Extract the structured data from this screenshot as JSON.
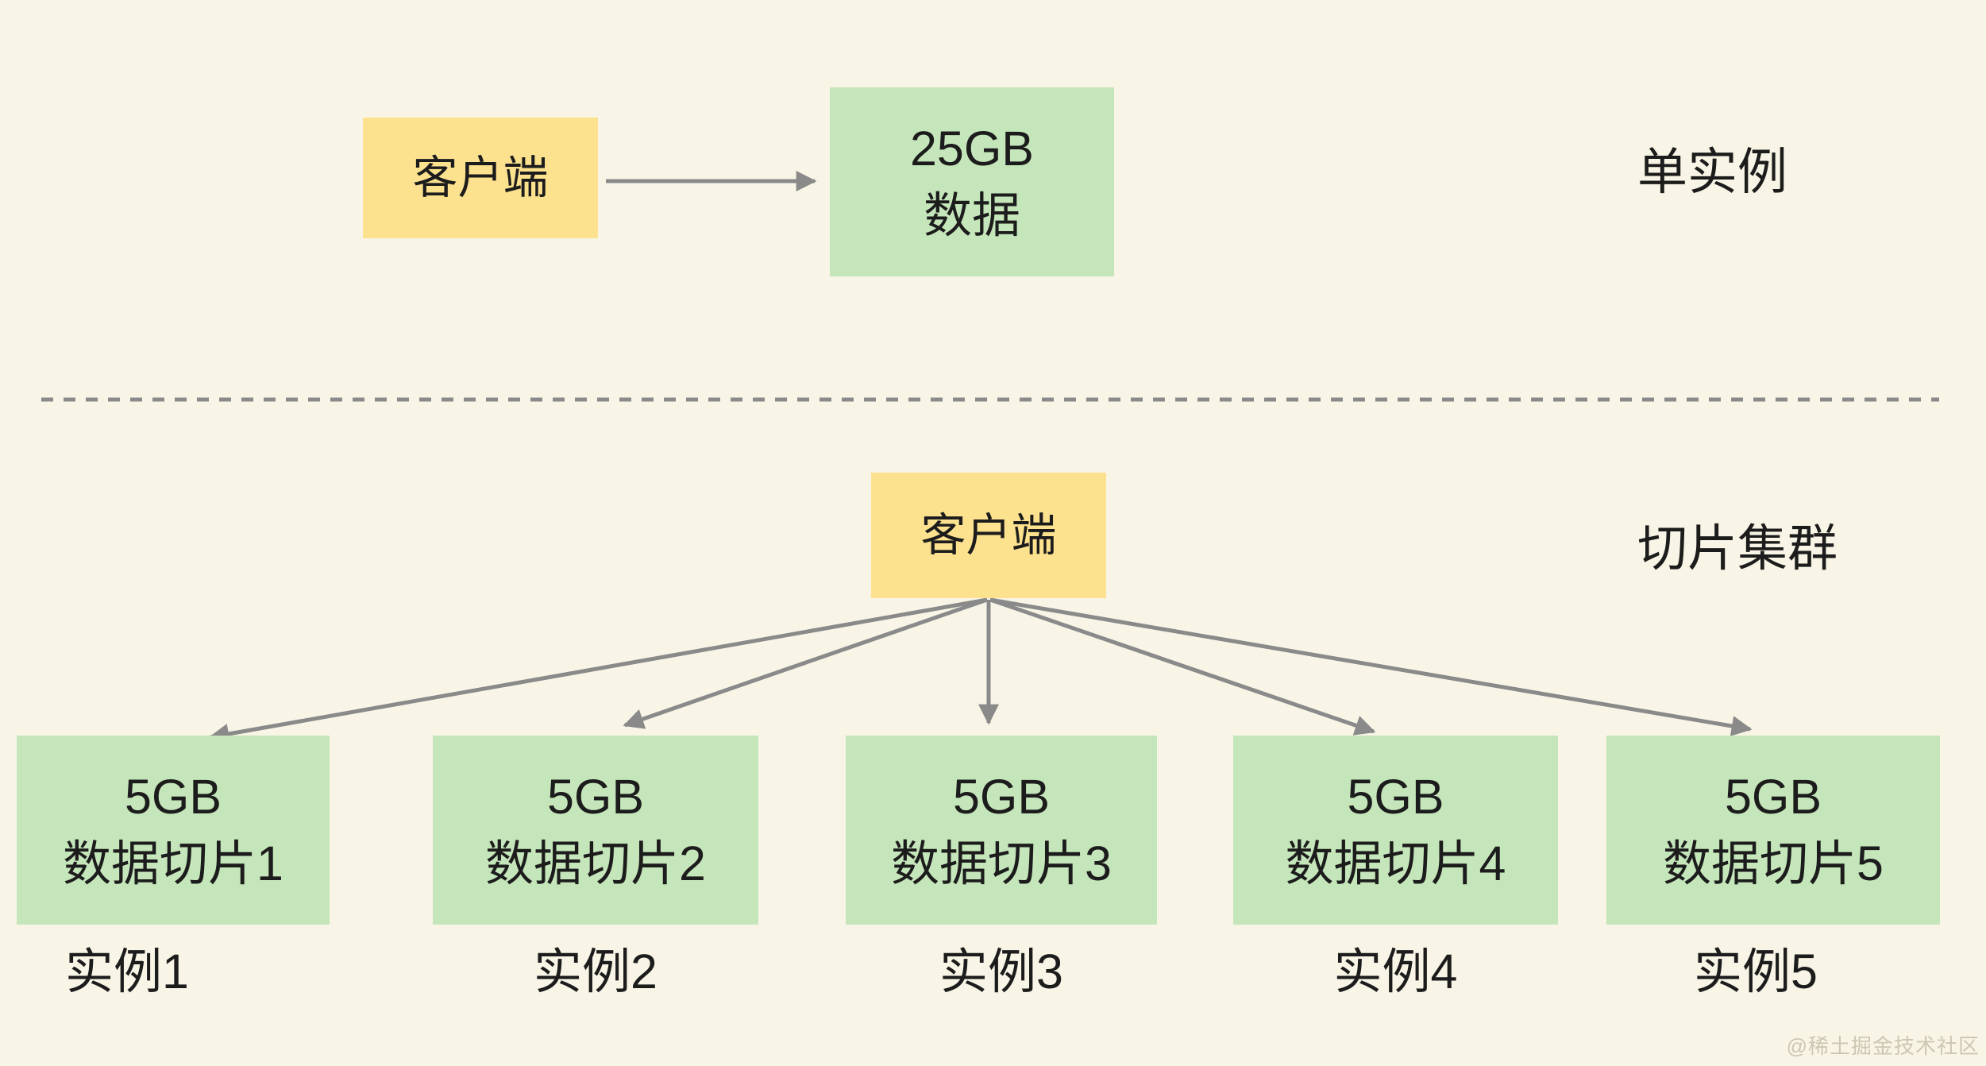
{
  "colors": {
    "background": "#f8f5e6",
    "client_box": "#fce18f",
    "data_box": "#c5e6ba",
    "arrow": "#8a8a8a",
    "text": "#1c1c1c",
    "watermark": "#ccc7b3"
  },
  "sections": {
    "single": {
      "client_label": "客户端",
      "data_box": {
        "line1": "25GB",
        "line2": "数据"
      },
      "section_label": "单实例"
    },
    "cluster": {
      "client_label": "客户端",
      "section_label": "切片集群",
      "shards": [
        {
          "line1": "5GB",
          "line2": "数据切片1",
          "instance": "实例1"
        },
        {
          "line1": "5GB",
          "line2": "数据切片2",
          "instance": "实例2"
        },
        {
          "line1": "5GB",
          "line2": "数据切片3",
          "instance": "实例3"
        },
        {
          "line1": "5GB",
          "line2": "数据切片4",
          "instance": "实例4"
        },
        {
          "line1": "5GB",
          "line2": "数据切片5",
          "instance": "实例5"
        }
      ]
    }
  },
  "watermark": "@稀土掘金技术社区"
}
